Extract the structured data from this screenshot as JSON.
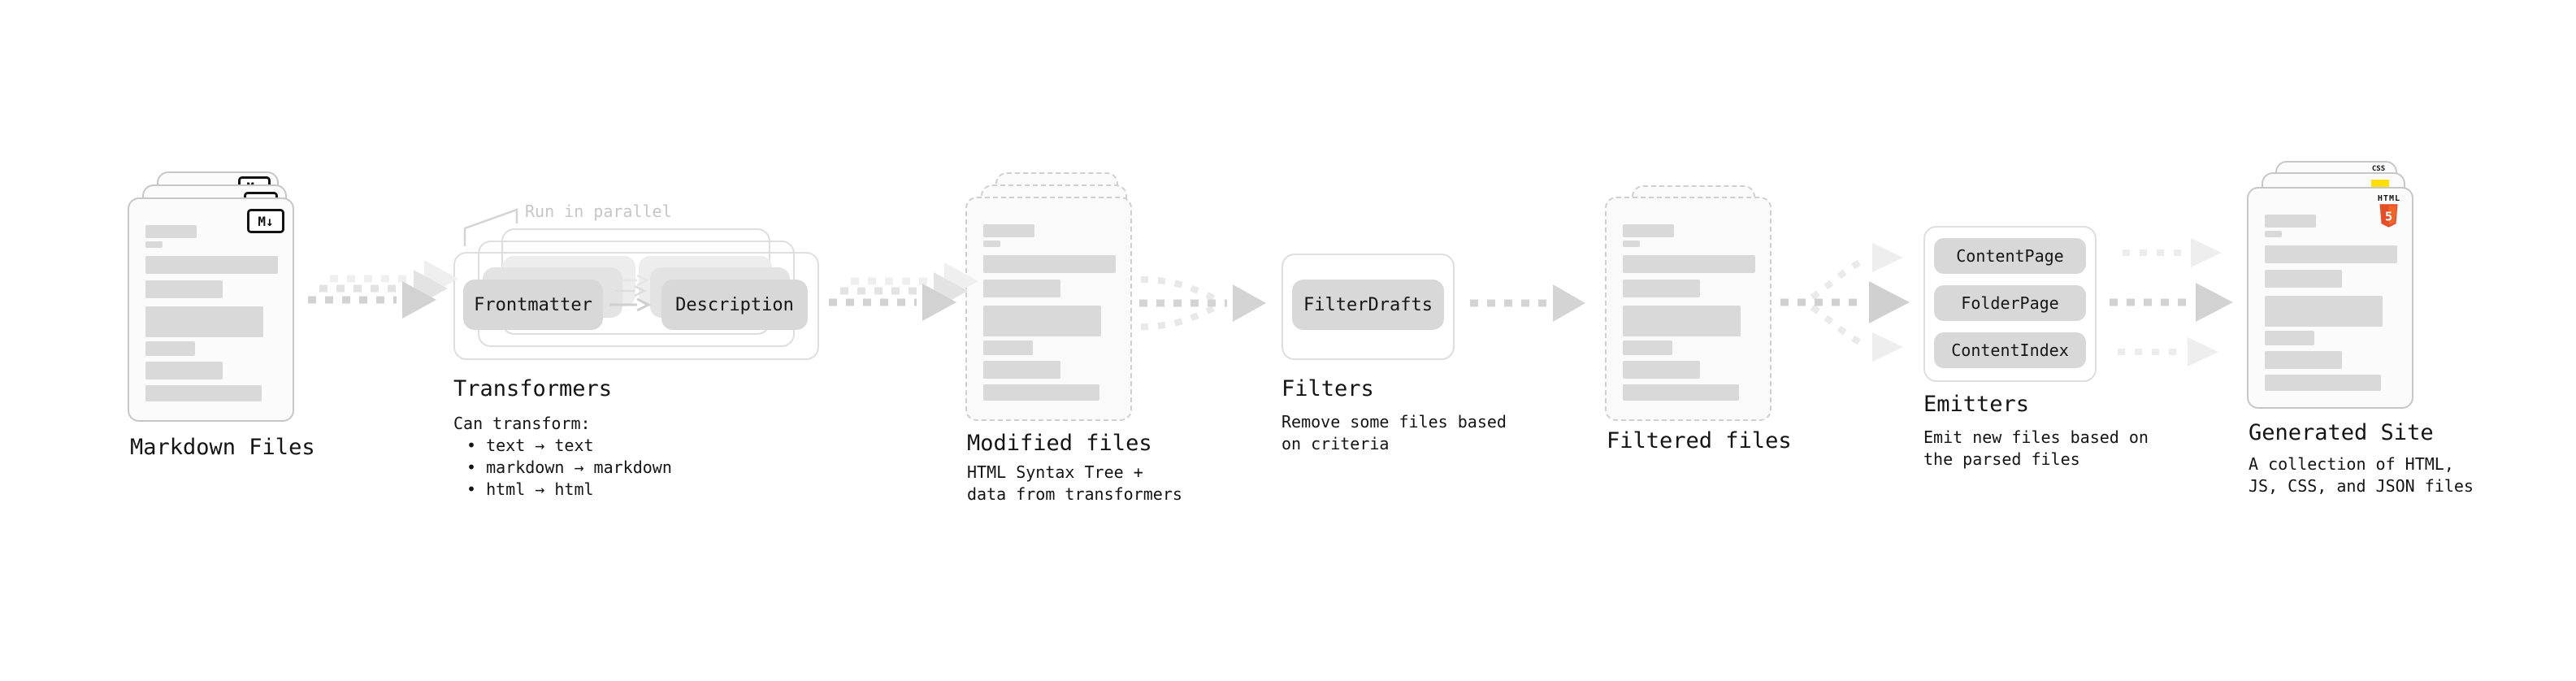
{
  "diagram": {
    "stages": [
      {
        "title": "Markdown Files",
        "badge_text": "M↓"
      },
      {
        "title": "Transformers",
        "annotation": "Run in parallel",
        "pills": [
          "Frontmatter",
          "Description"
        ],
        "description_lines": [
          "Can transform:"
        ],
        "bullets": [
          "text → text",
          "markdown → markdown",
          "html → html"
        ]
      },
      {
        "title": "Modified files",
        "description_lines": [
          "HTML Syntax Tree +",
          "data from transformers"
        ]
      },
      {
        "title": "Filters",
        "pills": [
          "FilterDrafts"
        ],
        "description_lines": [
          "Remove some files based",
          "on criteria"
        ]
      },
      {
        "title": "Filtered files"
      },
      {
        "title": "Emitters",
        "pills": [
          "ContentPage",
          "FolderPage",
          "ContentIndex"
        ],
        "description_lines": [
          "Emit new files based on",
          "the parsed files"
        ]
      },
      {
        "title": "Generated Site",
        "description_lines": [
          "A collection of HTML,",
          "JS, CSS, and JSON files"
        ],
        "file_icons": {
          "css_label": "CSS",
          "html_label": "HTML",
          "html_number": "5"
        }
      }
    ],
    "colors": {
      "html5_orange": "#e44d26",
      "html5_orange_light": "#f16529",
      "js_yellow": "#ffdf00",
      "css_blue": "#2b62f6",
      "arrow_gray": "#d2d2d2",
      "muted_label": "#c6c6c6",
      "bar_gray": "#d9d9d9"
    }
  }
}
